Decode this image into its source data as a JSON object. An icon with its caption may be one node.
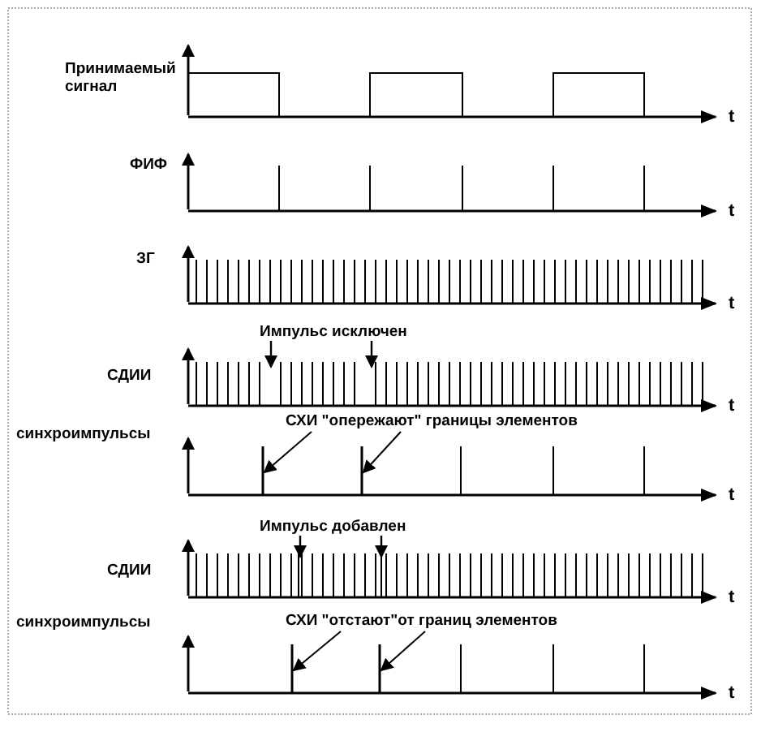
{
  "diagram": {
    "nodes": [
      {
        "text": [
          "СХИ \"опережают\" границы элементов"
        ]
      },
      {
        "text": [
          "СХИ \"отстают\"от границ элементов"
        ]
      },
      {
        "text": [],
        "shape": "bar"
      },
      {
        "text": [],
        "shape": "bar"
      },
      {
        "text": [],
        "shape": "bar"
      },
      {
        "text": [],
        "shape": "bar"
      }
    ],
    "edges": [
      {
        "from": 0,
        "to": 2,
        "arrow": "to"
      },
      {
        "from": 0,
        "to": 3,
        "arrow": "to"
      },
      {
        "from": 1,
        "to": 4,
        "arrow": "to"
      },
      {
        "from": 1,
        "to": 5,
        "arrow": "to"
      }
    ],
    "labels": [
      "Принимаемый сигнал",
      "t",
      "ФИФ",
      "t",
      "ЗГ",
      "t",
      "Импульс исключен",
      "СДИИ",
      "t",
      "синхроимпульсы",
      "t",
      "Импульс добавлен",
      "СДИИ",
      "t",
      "синхроимпульсы",
      "t"
    ]
  }
}
